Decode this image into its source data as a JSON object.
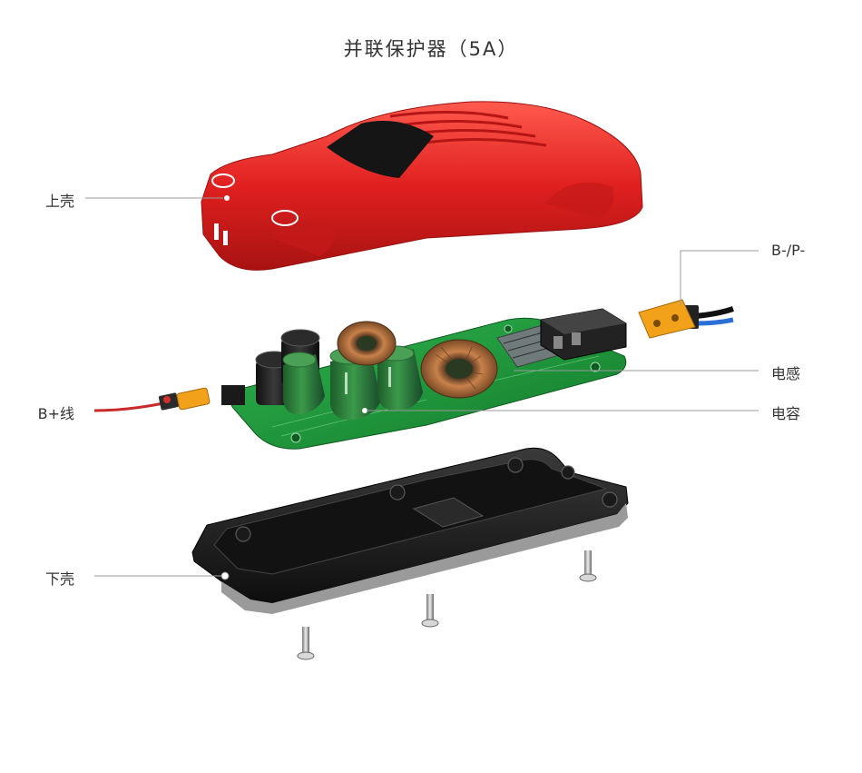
{
  "title": "并联保护器（5A）",
  "labels": {
    "upper_shell": "上壳",
    "b_minus_p_minus": "B-/P-",
    "inductor": "电感",
    "b_plus_wire": "B+线",
    "capacitor": "电容",
    "lower_shell": "下壳"
  },
  "colors": {
    "shell_red": "#e0201f",
    "pcb_green": "#1f9a3c",
    "capacitor_green": "#2e7d3a",
    "connector_yellow": "#f2a21a",
    "base_black": "#1c1c1c"
  }
}
